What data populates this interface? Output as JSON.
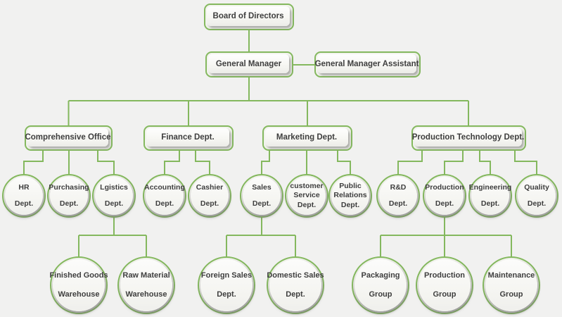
{
  "colors": {
    "accent_green": "#84b85e",
    "background": "#f1f1f0",
    "node_fill": "#f7f7f3",
    "text": "#3e3e3e"
  },
  "nodes": {
    "board_of_directors": {
      "label": "Board of Directors"
    },
    "general_manager": {
      "label": "General Manager"
    },
    "general_manager_assistant": {
      "label": "General Manager Assistant"
    },
    "comprehensive_office": {
      "label": "Comprehensive Office"
    },
    "finance_dept": {
      "label": "Finance Dept."
    },
    "marketing_dept": {
      "label": "Marketing Dept."
    },
    "production_technology_dept": {
      "label": "Production Technology Dept."
    },
    "hr_dept": {
      "lines": [
        "HR",
        "Dept."
      ]
    },
    "purchasing_dept": {
      "lines": [
        "Purchasing",
        "Dept."
      ]
    },
    "lgistics_dept": {
      "lines": [
        "Lgistics",
        "Dept."
      ]
    },
    "accounting_dept": {
      "lines": [
        "Accounting",
        "Dept."
      ]
    },
    "cashier_dept": {
      "lines": [
        "Cashier",
        "Dept."
      ]
    },
    "sales_dept": {
      "lines": [
        "Sales",
        "Dept."
      ]
    },
    "customer_service_dept": {
      "lines": [
        "customer",
        "Service",
        "Dept."
      ]
    },
    "public_relations_dept": {
      "lines": [
        "Public",
        "Relations",
        "Dept."
      ]
    },
    "rd_dept": {
      "lines": [
        "R&D",
        "Dept."
      ]
    },
    "production_dept": {
      "lines": [
        "Production",
        "Dept."
      ]
    },
    "engineering_dept": {
      "lines": [
        "Engineering",
        "Dept."
      ]
    },
    "quality_dept": {
      "lines": [
        "Quality",
        "Dept."
      ]
    },
    "finished_goods_warehouse": {
      "lines": [
        "Finished Goods",
        "Warehouse"
      ]
    },
    "raw_material_warehouse": {
      "lines": [
        "Raw Material",
        "Warehouse"
      ]
    },
    "foreign_sales_dept": {
      "lines": [
        "Foreign Sales",
        "Dept."
      ]
    },
    "domestic_sales_dept": {
      "lines": [
        "Domestic Sales",
        "Dept."
      ]
    },
    "packaging_group": {
      "lines": [
        "Packaging",
        "Group"
      ]
    },
    "production_group": {
      "lines": [
        "Production",
        "Group"
      ]
    },
    "maintenance_group": {
      "lines": [
        "Maintenance",
        "Group"
      ]
    }
  }
}
